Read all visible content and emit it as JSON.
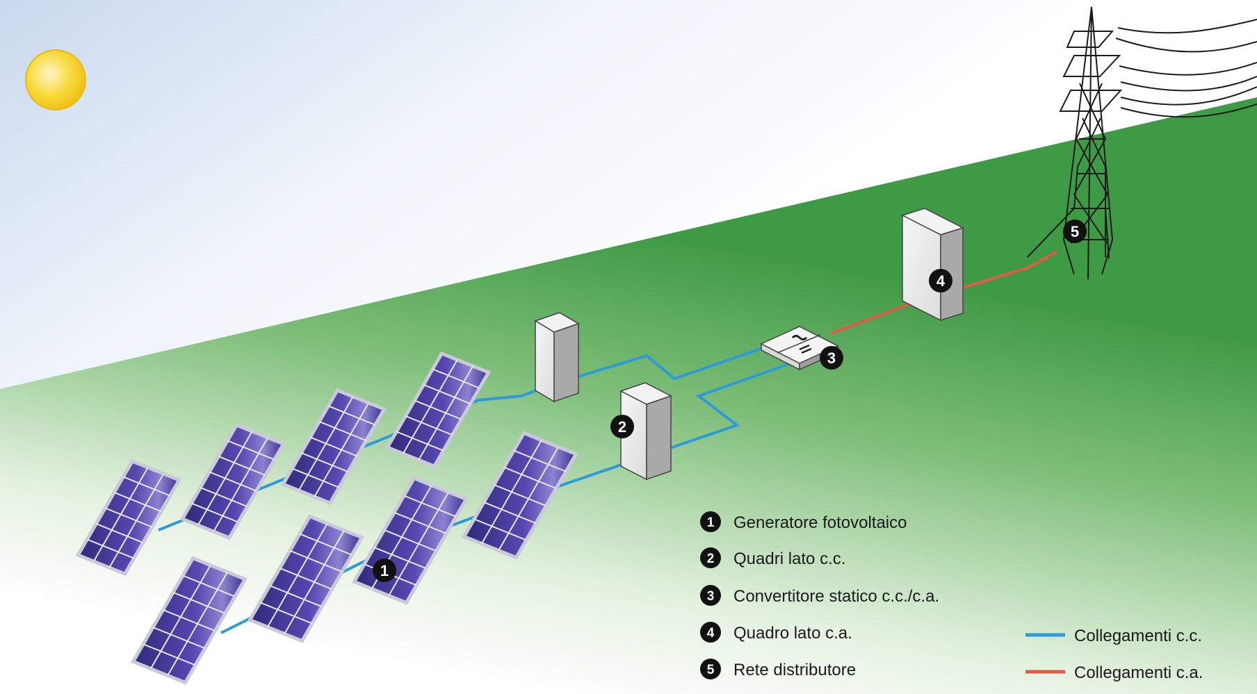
{
  "markers": [
    "1",
    "2",
    "3",
    "4",
    "5"
  ],
  "legend": {
    "items": [
      {
        "num": "1",
        "label": "Generatore fotovoltaico"
      },
      {
        "num": "2",
        "label": "Quadri lato c.c."
      },
      {
        "num": "3",
        "label": "Convertitore statico c.c./c.a."
      },
      {
        "num": "4",
        "label": "Quadro lato c.a."
      },
      {
        "num": "5",
        "label": "Rete distributore"
      }
    ],
    "lines": [
      {
        "label": "Collegamenti c.c.",
        "color": "#2e9bd8"
      },
      {
        "label": "Collegamenti c.a.",
        "color": "#e05a47"
      }
    ]
  },
  "colors": {
    "dc_line": "#2e9bd8",
    "ac_line": "#e05a47",
    "grass_top": "#3f9a45",
    "panel": "#4a3f9a",
    "sun": "#f6d21e"
  }
}
